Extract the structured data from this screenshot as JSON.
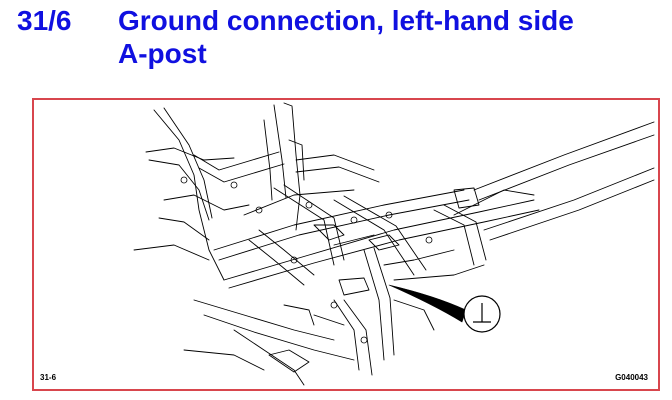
{
  "section_number": "31/6",
  "title_line1": "Ground connection, left-hand side",
  "title_line2": "A-post",
  "figure": {
    "label_left": "31-6",
    "label_right": "G040043",
    "ground_icon": "ground-symbol-icon",
    "accent_color": "#1010e0",
    "frame_color": "#d8464d"
  }
}
